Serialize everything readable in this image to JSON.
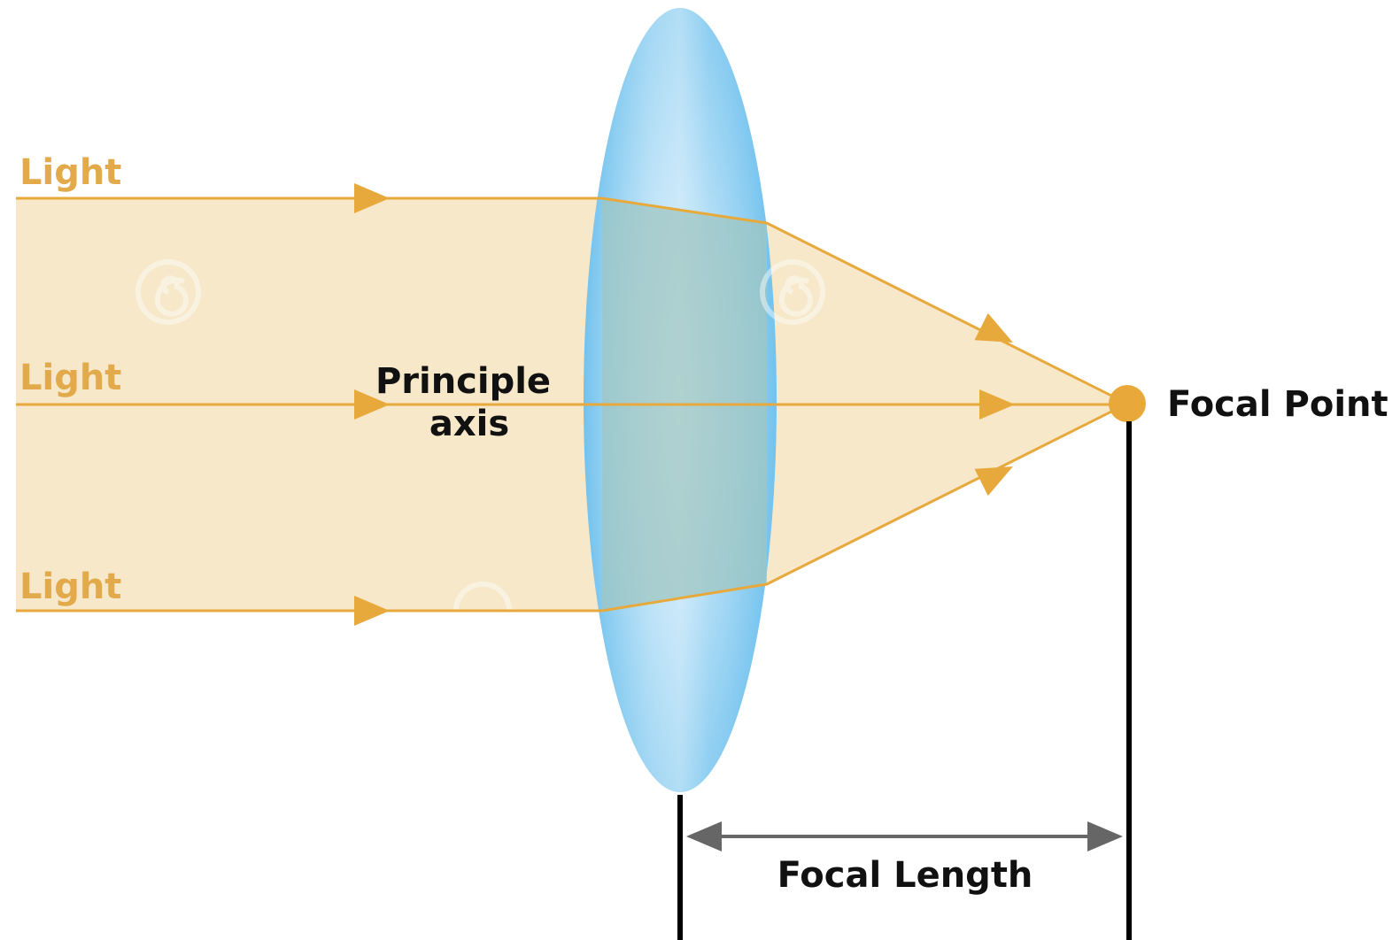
{
  "labels": {
    "ray_top": "Light",
    "ray_middle": "Light",
    "ray_bottom": "Light",
    "principle_axis_line1": "Principle",
    "principle_axis_line2": "axis",
    "focal_point": "Focal Point",
    "focal_length": "Focal Length"
  },
  "colors": {
    "light_ray": "#e8a93c",
    "light_text": "#e2aa4b",
    "beam_fill": "#f6e8c9",
    "lens_edge": "#8ccdf2",
    "lens_center": "#a3c4c0",
    "focal_point": "#e9a93a",
    "text_dark": "#111111",
    "dimension_arrow": "#666666",
    "line_black": "#000000"
  },
  "icons": {
    "watermark": "spiral-watermark-icon"
  }
}
